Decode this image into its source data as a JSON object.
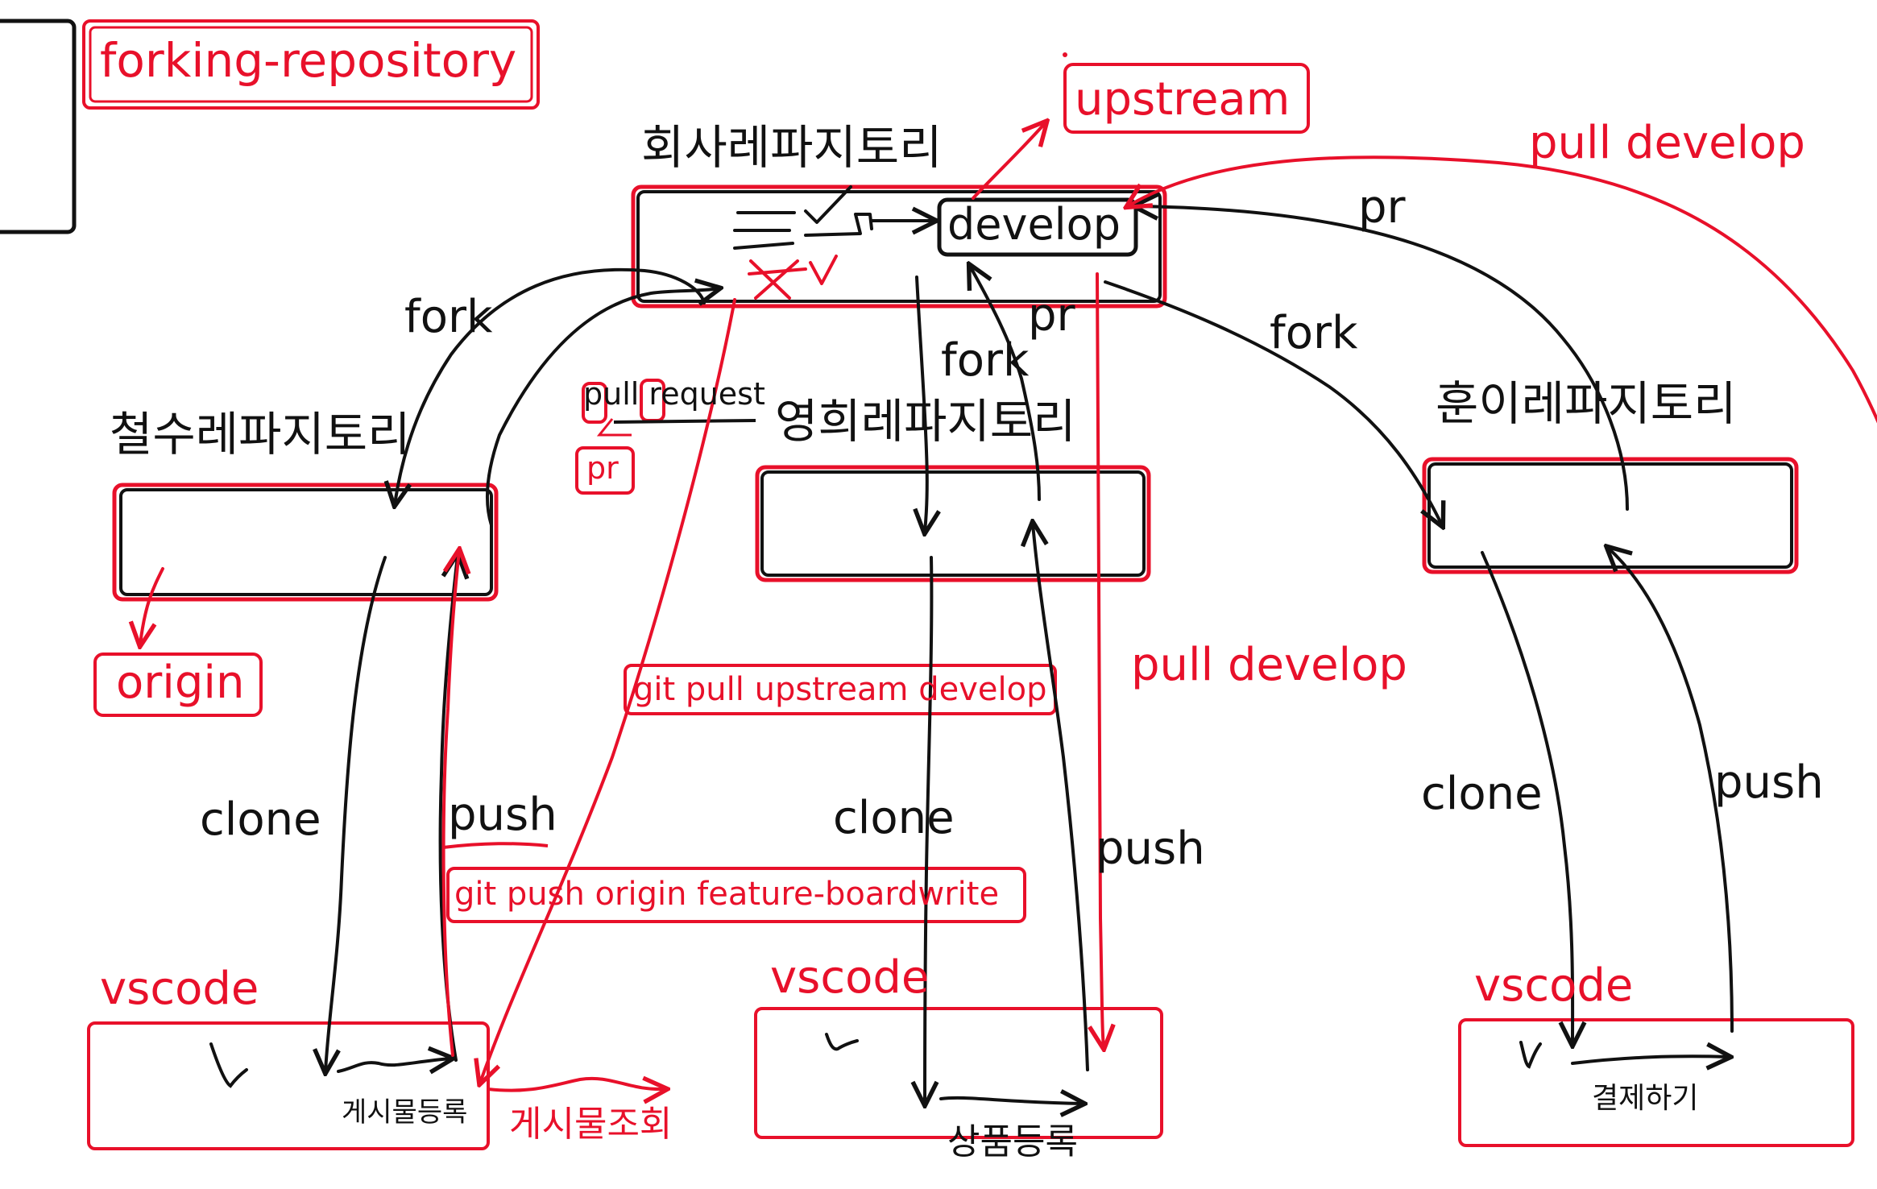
{
  "title": "forking-repository",
  "tags": {
    "upstream": "upstream",
    "origin": "origin",
    "pr_box": "pr",
    "git_pull_cmd": "git pull upstream develop",
    "git_push_cmd": "git push origin feature-boardwrite"
  },
  "repos": {
    "company": "회사레파지토리",
    "develop_branch": "develop",
    "cheolsu": "철수레파지토리",
    "younghee": "영희레파지토리",
    "hoon": "훈이레파지토리"
  },
  "edge_labels": {
    "fork_left": "fork",
    "fork_mid": "fork",
    "fork_right": "fork",
    "pr_mid": "pr",
    "pr_right": "pr",
    "pull_request": "pull request",
    "pull_develop_top": "pull develop",
    "pull_develop_mid": "pull develop",
    "clone_left": "clone",
    "clone_mid": "clone",
    "clone_right": "clone",
    "push_left": "push",
    "push_mid": "push",
    "push_right": "push"
  },
  "vscode": {
    "left_label": "vscode",
    "mid_label": "vscode",
    "right_label": "vscode",
    "left_task": "게시물등록",
    "left_task2": "게시물조회",
    "mid_task": "상품등록",
    "right_task": "결제하기"
  },
  "colors": {
    "ink": "#111111",
    "accent": "#e8102a"
  }
}
